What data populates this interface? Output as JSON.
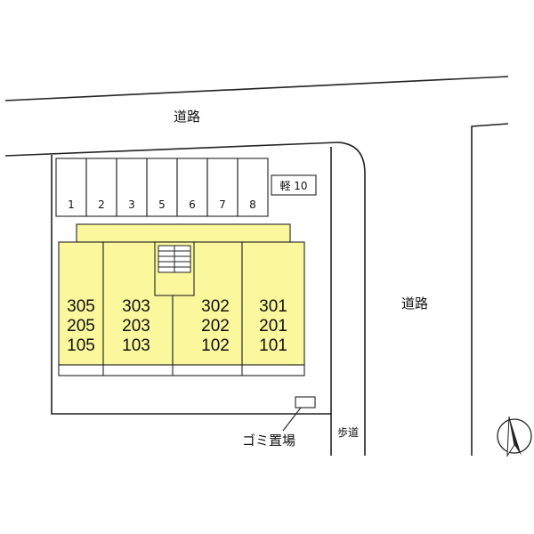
{
  "labels": {
    "road_top": "道路",
    "road_right": "道路",
    "sidewalk": "歩道",
    "garbage": "ゴミ置場",
    "kei_parking": "軽 10"
  },
  "parking_numbers": [
    "1",
    "2",
    "3",
    "5",
    "6",
    "7",
    "8"
  ],
  "units": [
    [
      "305",
      "205",
      "105"
    ],
    [
      "303",
      "203",
      "103"
    ],
    [
      "302",
      "202",
      "102"
    ],
    [
      "301",
      "201",
      "101"
    ]
  ],
  "colors": {
    "building_fill": "#fbf79c",
    "line": "#222222",
    "background": "#ffffff"
  },
  "icons": {
    "north": "north-arrow-icon"
  }
}
